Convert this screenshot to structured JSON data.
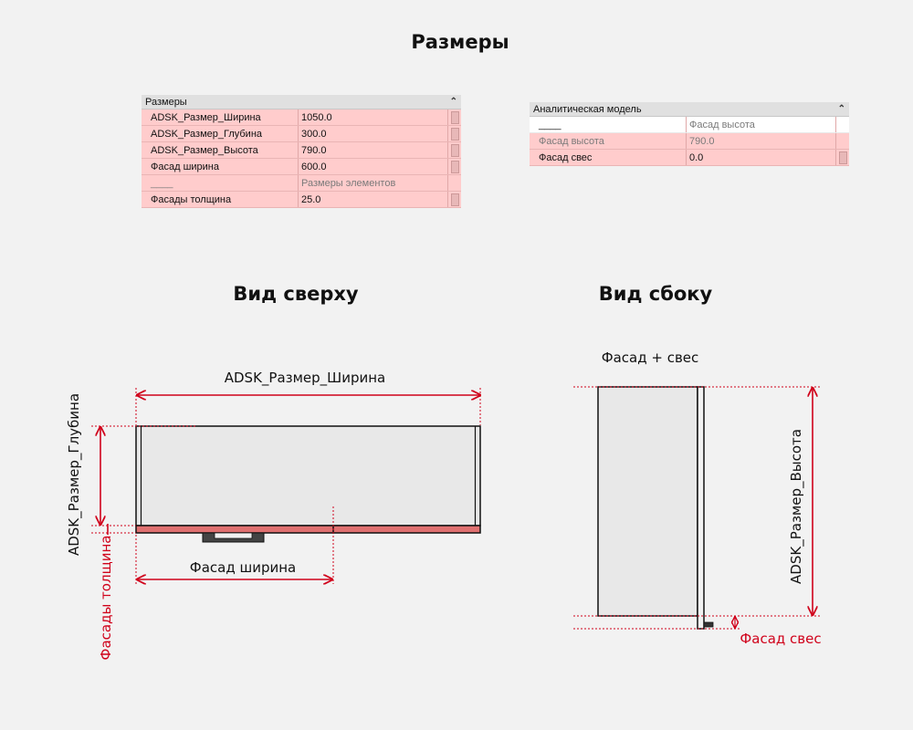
{
  "titles": {
    "main": "Размеры",
    "top_view": "Вид сверху",
    "side_view": "Вид сбоку"
  },
  "panel_dims": {
    "header": "Размеры",
    "rows": [
      {
        "name": "ADSK_Размер_Ширина",
        "value": "1050.0",
        "style": "pink"
      },
      {
        "name": "ADSK_Размер_Глубина",
        "value": "300.0",
        "style": "pink"
      },
      {
        "name": "ADSK_Размер_Высота",
        "value": "790.0",
        "style": "pink"
      },
      {
        "name": "Фасад ширина",
        "value": "600.0",
        "style": "pink"
      },
      {
        "name": "____",
        "value": "Размеры элементов",
        "style": "pink-grey"
      },
      {
        "name": "Фасады толщина",
        "value": "25.0",
        "style": "pink"
      }
    ]
  },
  "panel_analytic": {
    "header": "Аналитическая модель",
    "rows": [
      {
        "name": "____",
        "value": "Фасад высота",
        "style": "white"
      },
      {
        "name": "Фасад высота",
        "value": "790.0",
        "style": "pink-grey"
      },
      {
        "name": "Фасад свес",
        "value": "0.0",
        "style": "pink"
      }
    ]
  },
  "labels": {
    "width": "ADSK_Размер_Ширина",
    "depth": "ADSK_Размер_Глубина",
    "facade_width": "Фасад ширина",
    "facade_thickness": "Фасады толщина",
    "facade_plus_overhang": "Фасад + свес",
    "height": "ADSK_Размер_Высота",
    "overhang": "Фасад свес"
  },
  "colors": {
    "dimension": "#d0021b",
    "facade_fill": "#e07070",
    "body_fill": "#e8e8e8",
    "panel_pink": "#ffcccc"
  }
}
